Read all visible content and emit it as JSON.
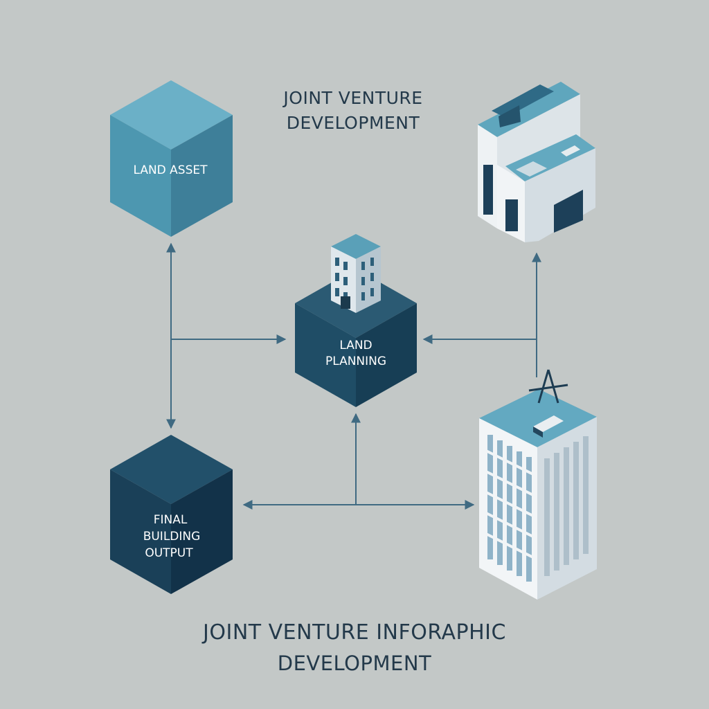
{
  "header": {
    "title_line1": "JOINT VENTURE",
    "title_line2": "DEVELOPMENT"
  },
  "footer": {
    "title_line1": "JOINT VENTURE INFORAPHIC",
    "title_line2": "DEVELOPMENT"
  },
  "nodes": {
    "land_asset": {
      "label": "LAND ASSET"
    },
    "land_planning": {
      "label_line1": "LAND",
      "label_line2": "PLANNING"
    },
    "final_output": {
      "label_line1": "FINAL",
      "label_line2": "BUILDING",
      "label_line3": "OUTPUT"
    }
  },
  "icons": {
    "lowrise": "lowrise-building-icon",
    "highrise": "highrise-building-icon",
    "small": "small-building-icon"
  },
  "colors": {
    "background": "#c3c8c7",
    "land_asset": "#4c93ac",
    "land_planning": "#1f4a62",
    "final_output": "#173c55",
    "arrow": "#3f6a82",
    "text": "#23394a"
  }
}
